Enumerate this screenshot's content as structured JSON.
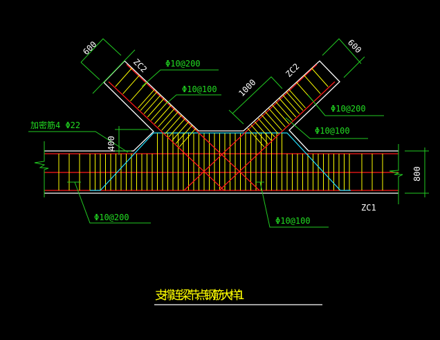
{
  "drawing": {
    "title": "支撑连梁节点钢筋大样1",
    "colors": {
      "background": "#000000",
      "outline": "#ffffff",
      "rebar": "#ff1a1a",
      "stirrup": "#ffff00",
      "haunch": "#22e0ff",
      "annotation": "#22cc22"
    },
    "labels": {
      "brace_left_name": "ZC2",
      "brace_right_name": "ZC2",
      "beam_name": "ZC1",
      "brace_left_stirrup_sparse": "Φ10@200",
      "brace_left_stirrup_dense": "Φ10@100",
      "brace_right_stirrup_sparse": "Φ10@200",
      "brace_right_stirrup_dense": "Φ10@100",
      "added_bars": "加密筋4 Φ22",
      "beam_stirrup_sparse": "Φ10@200",
      "beam_stirrup_dense": "Φ10@100"
    },
    "dimensions": {
      "brace_left_width": "600",
      "brace_right_width": "600",
      "haunch_height": "400",
      "dense_zone_length": "1000",
      "beam_height": "800"
    }
  }
}
